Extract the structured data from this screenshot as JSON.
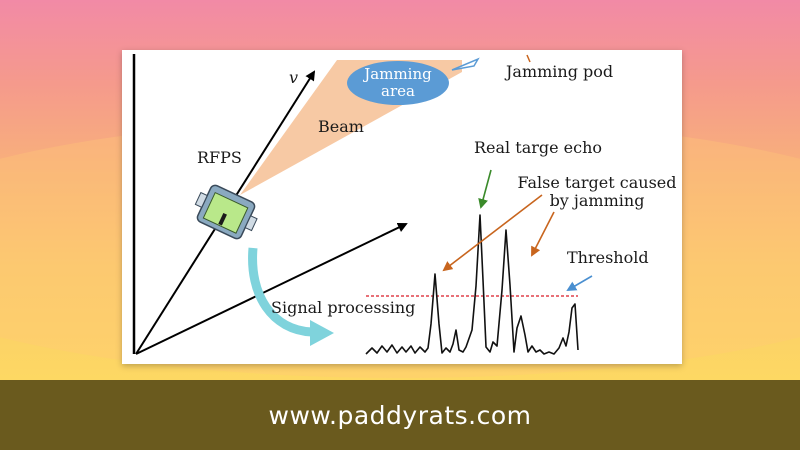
{
  "diagram": {
    "labels": {
      "v": "v",
      "jamming_area": "Jamming area",
      "jamming_pod": "Jamming pod",
      "beam": "Beam",
      "rfps": "RFPS",
      "real_target_echo": "Real targe echo",
      "false_target": "False target caused by jamming",
      "threshold": "Threshold",
      "signal_processing": "Signal processing"
    },
    "colors": {
      "beam": "#f7c9a4",
      "jamming_area": "#5b9bd5",
      "threshold": "#e0404a",
      "signal_arrow": "#7fd3dc",
      "false_target_arrows": "#c8651e",
      "real_echo_arrow": "#3a8a2a",
      "threshold_arrow": "#4a8fd0"
    }
  },
  "footer": {
    "site_url": "www.paddyrats.com"
  }
}
